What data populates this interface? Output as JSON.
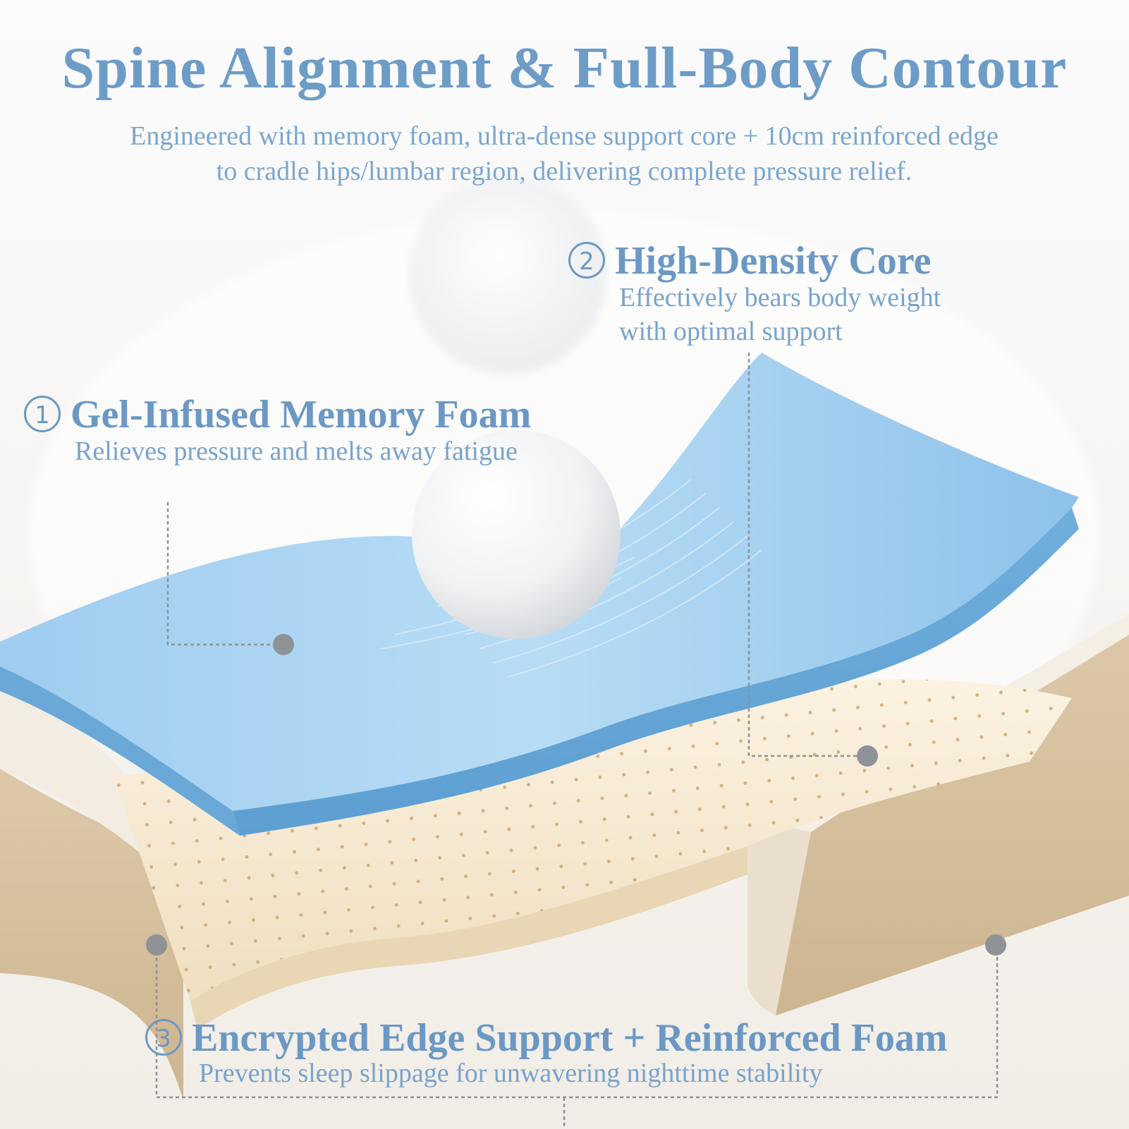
{
  "title": "Spine Alignment & Full-Body Contour",
  "subtitle_line1": "Engineered with memory foam, ultra-dense support core + 10cm reinforced edge",
  "subtitle_line2": "to cradle hips/lumbar region, delivering complete pressure relief.",
  "features": [
    {
      "number": "1",
      "title": "Gel-Infused Memory Foam",
      "desc": "Relieves pressure and melts away fatigue"
    },
    {
      "number": "2",
      "title": "High-Density Core",
      "desc_line1": "Effectively bears body weight",
      "desc_line2": "with optimal support"
    },
    {
      "number": "3",
      "title": "Encrypted Edge Support + Reinforced Foam",
      "desc": "Prevents sleep slippage for unwavering nighttime stability"
    }
  ],
  "colors": {
    "text_blue": "#6d9cc7",
    "gel_blue": "#8fc3ec",
    "latex": "#f4e6cc",
    "edge_foam": "#d6c2a3",
    "pointer_gray": "#8f9296"
  },
  "icons": [
    "circled-number-1-icon",
    "circled-number-2-icon",
    "circled-number-3-icon"
  ]
}
